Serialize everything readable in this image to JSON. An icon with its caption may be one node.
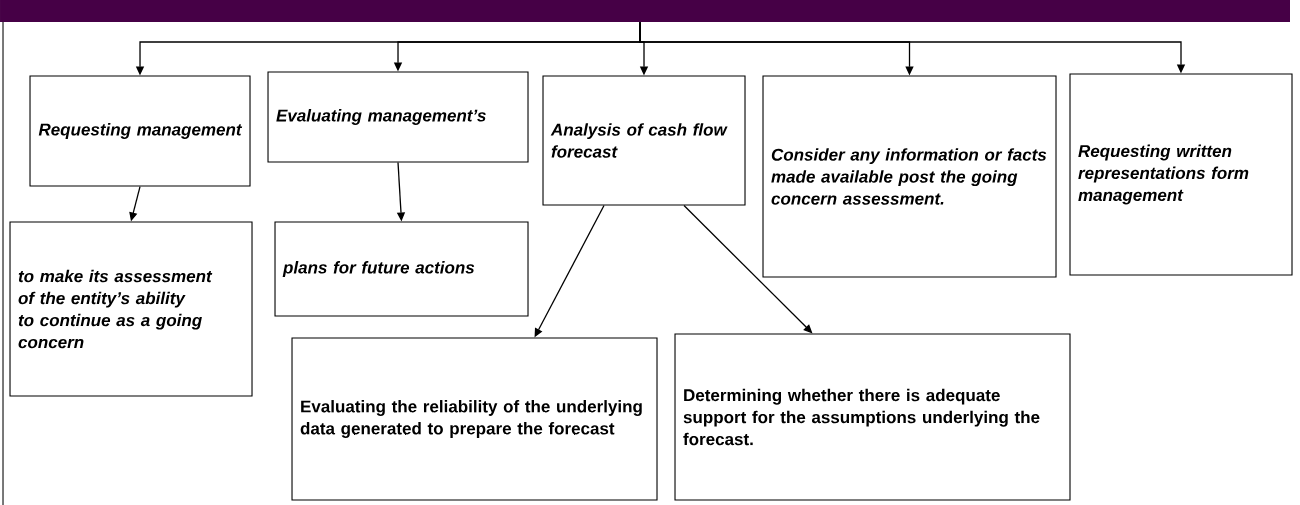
{
  "diagram": {
    "nodes": [
      {
        "text": [],
        "shape": "bar"
      },
      {
        "text": [
          "Requesting management"
        ]
      },
      {
        "text": [
          "Evaluating management’s"
        ]
      },
      {
        "text": [
          "Analysis of cash flow forecast"
        ]
      },
      {
        "text": [
          "Consider any information or facts made available post the going concern assessment."
        ]
      },
      {
        "text": [
          "Requesting written representations form management"
        ]
      },
      {
        "text": [
          "to make its assessment of the entity’s ability to continue as a going concern"
        ]
      },
      {
        "text": [
          "plans for future actions"
        ]
      },
      {
        "text": [
          "Evaluating the reliability of the underlying data generated to prepare the forecast"
        ]
      },
      {
        "text": [
          "Determining whether there is adequate support for the assumptions underlying the forecast."
        ]
      }
    ],
    "edges": [
      {
        "from": 0,
        "to": 1,
        "arrow": "to"
      },
      {
        "from": 0,
        "to": 2,
        "arrow": "to"
      },
      {
        "from": 0,
        "to": 3,
        "arrow": "to"
      },
      {
        "from": 0,
        "to": 4,
        "arrow": "to"
      },
      {
        "from": 0,
        "to": 5,
        "arrow": "to"
      },
      {
        "from": 1,
        "to": 6,
        "arrow": "to"
      },
      {
        "from": 2,
        "to": 7,
        "arrow": "to"
      },
      {
        "from": 3,
        "to": 8,
        "arrow": "to"
      },
      {
        "from": 3,
        "to": 9,
        "arrow": "to"
      }
    ]
  }
}
